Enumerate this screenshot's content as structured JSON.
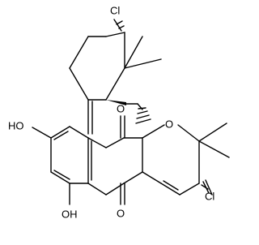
{
  "structure": {
    "atom_labels": {
      "cl_top": "Cl",
      "cl_right": "Cl",
      "oh_left": "HO",
      "oh_bottom": "OH",
      "o_ring": "O",
      "o_ketone_top": "O",
      "o_ketone_bottom": "O"
    }
  }
}
